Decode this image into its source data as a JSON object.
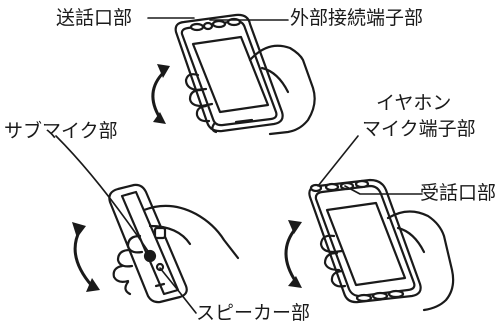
{
  "labels": {
    "mouthpiece": "送話口部",
    "external_connector": "外部接続端子部",
    "earphone_mic_line1": "イヤホン",
    "earphone_mic_line2": "マイク端子部",
    "sub_mic": "サブマイク部",
    "earpiece": "受話口部",
    "speaker": "スピーカー部"
  },
  "colors": {
    "line": "#1a1a1a",
    "fill": "#ffffff",
    "shade": "#bdbdbd"
  }
}
